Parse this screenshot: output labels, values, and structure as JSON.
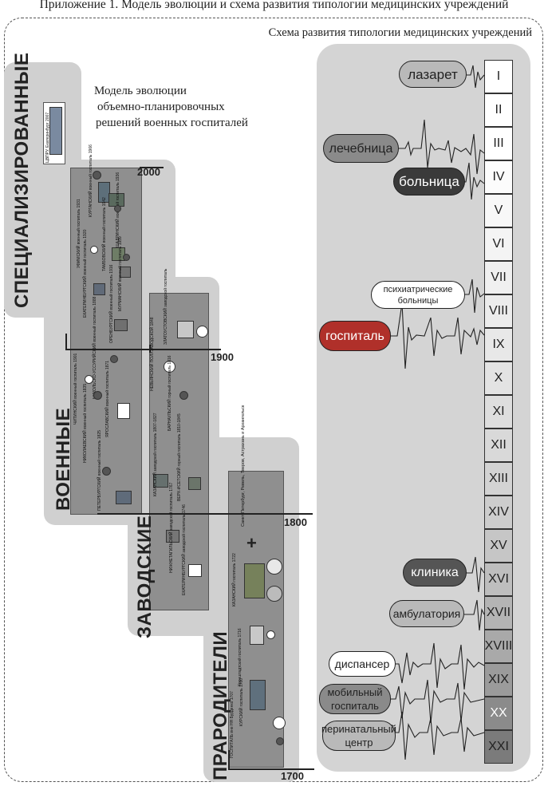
{
  "header": {
    "title": "Приложение 1. Модель эволюции и схема развития типологии медицинских учреждений"
  },
  "scheme": {
    "title": "Схема развития типологии медицинских учреждений",
    "stages": [
      "лазарет",
      "лечебница",
      "больница",
      "психиатрические больницы",
      "госпиталь",
      "клиника",
      "амбулатория",
      "диспансер",
      "мобильный госпиталь",
      "перинатальный центр"
    ],
    "centuries": [
      "I",
      "II",
      "III",
      "IV",
      "V",
      "VI",
      "VII",
      "VIII",
      "IX",
      "X",
      "XI",
      "XII",
      "XIII",
      "XIV",
      "XV",
      "XVI",
      "XVII",
      "XVIII",
      "XIX",
      "XX",
      "XXI"
    ]
  },
  "model": {
    "title_lines": [
      "Модель эволюции",
      "объемно-планировочных",
      "решений военных госпиталей"
    ],
    "categories": [
      "СПЕЦИАЛИЗИРОВАННЫЕ",
      "ВОЕННЫЕ",
      "ЗАВОДСКИЕ",
      "ПРАРОДИТЕЛИ"
    ],
    "years": [
      "2000",
      "1900",
      "1800",
      "1700"
    ],
    "captions": {
      "ural": "ЦВПРУ, Екатеринбург 2007",
      "kurgan": "КУРГАНСКИЙ военный госпиталь 1966",
      "shadrinsk": "ШАДРИНСКИЙ военный госпиталь 1936",
      "tambov": "ТАМБОВСКИЙ военный госпиталь 1942",
      "murmansk": "МУРМАНСКИЙ военный госпиталь 1939",
      "ufa": "УФИМСКИЙ военный госпиталь 1931",
      "ekb_mil": "ЕКАТЕРИНБУРГСКИЙ военный госпиталь 1920",
      "orenburg": "ОРЕНБУРГСКИЙ военный госпиталь 1916",
      "chita": "ЧИТИНСКИЙ военный госпиталь 1901",
      "nikolsk": "НИКОЛЬСКО-УССУРИЙСКИЙ военный госпиталь 1888",
      "yaroslavl": "ЯРОСЛАВСКИЙ военный госпиталь 1871",
      "nikolaev": "НИКОЛАЕВСКИЙ военный госпиталь 1835",
      "petersburg": "ПЕТЕРБУРГСКИЙ военный госпиталь 1825",
      "zlatoust": "ЗЛАТОУСТОВСКИЙ заводской госпиталь",
      "nevyansk_plant": "НЕВЬЯНСКИЙ ПОЛУЗАВОДСКОЙ 1848",
      "barnaul": "БАРНАУЛЬСКИЙ горный госпиталь 1816",
      "verkh": "ВЕРХ-ИСЕТСКИЙ горный госпиталь 1810-1845",
      "nevyansk": "НИЖНЕТАГИЛЬСКИЙ заводской госпиталь 1767",
      "kazan_plant": "КАЗАНСКИЙ заводской госпиталь 1807-1827",
      "ekb_plant": "ЕКАТЕРИНБУРГСКИЙ заводской госпиталь 1746",
      "cities": "Санкт-Петербург, Ревель, Тверов, Астрахань и Архангельск",
      "kazan_1722": "КАЗАНСКИЙ госпиталь 1722",
      "kronshtadt": "Кронштадтский госпиталь 1716",
      "kursk": "КУРСКИЙ госпиталь 1700",
      "moscow": "ГОСПИТАЛЬ вне НН Бурденко 1707"
    }
  },
  "colors": {
    "stage_white": "#ffffff",
    "stage_light": "#b9b9b9",
    "stage_mid": "#8a8a8a",
    "stage_dark": "#555555",
    "stage_darkest": "#3a3a3a",
    "stage_red": "#b0302a",
    "panel": "#d4d4d4"
  }
}
